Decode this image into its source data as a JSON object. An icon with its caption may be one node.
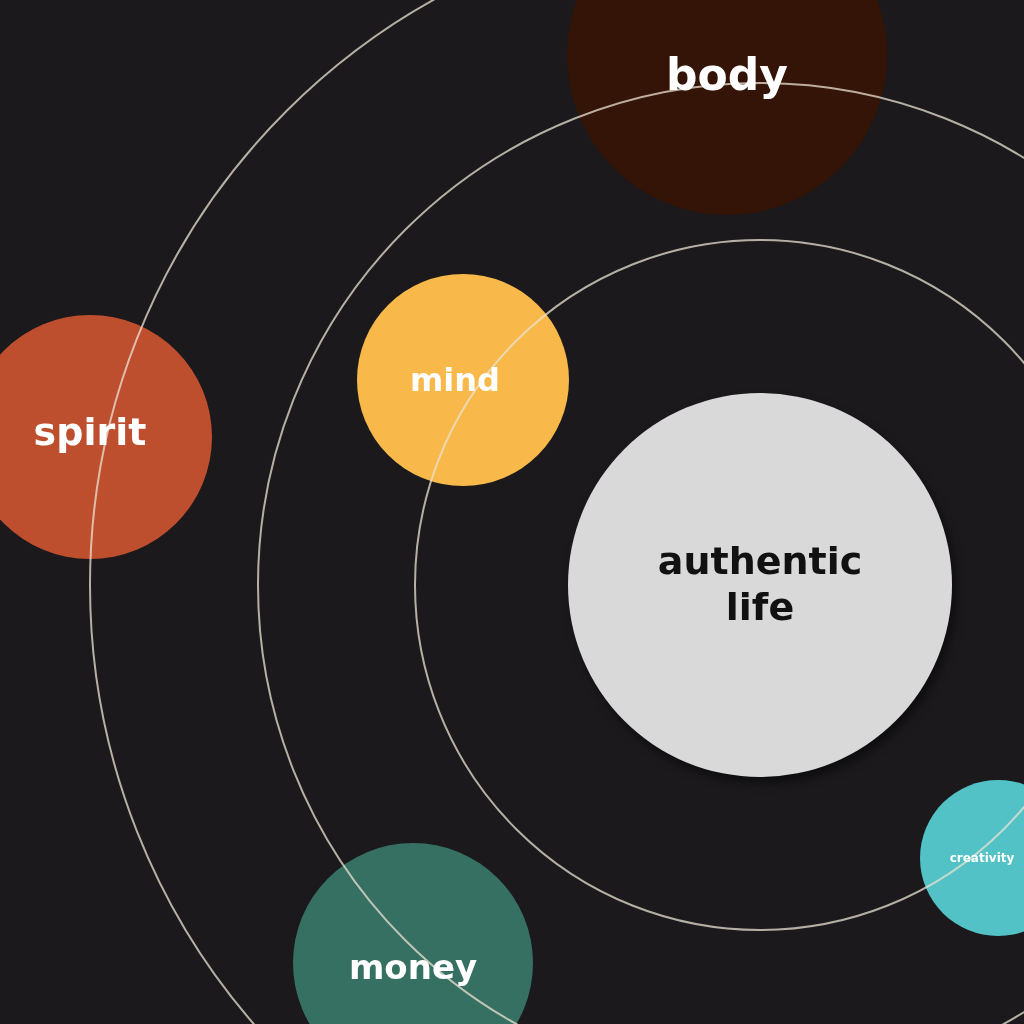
{
  "diagram": {
    "nodes": [
      {
        "text": [
          "body"
        ]
      },
      {
        "text": [
          "mind"
        ]
      },
      {
        "text": [
          "spirit"
        ]
      },
      {
        "text": [
          "authentic life"
        ]
      },
      {
        "text": [
          "creativity"
        ]
      },
      {
        "text": [
          "money"
        ]
      }
    ]
  }
}
